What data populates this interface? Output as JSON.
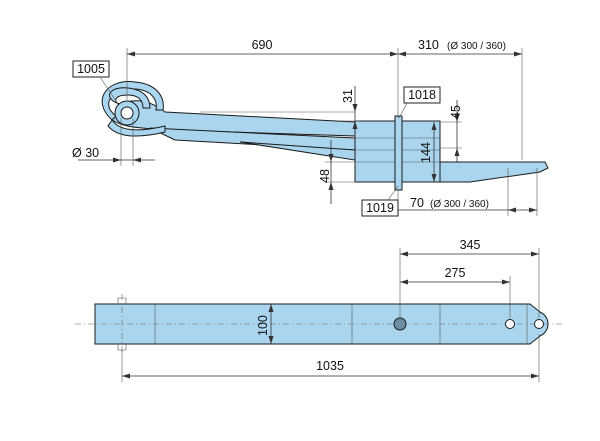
{
  "drawing": {
    "dim_top_length": "690",
    "dim_top_right": "310",
    "dim_top_right_note": "(Ø 300 / 360)",
    "dim_bottom_right": "70",
    "dim_bottom_right_note": "(Ø 300 / 360)",
    "dim_eye_diameter": "Ø 30",
    "dim_31": "31",
    "dim_45": "45",
    "dim_144": "144",
    "dim_48": "48",
    "dim_345": "345",
    "dim_275": "275",
    "dim_100": "100",
    "dim_1035": "1035",
    "part_1005": "1005",
    "part_1018": "1018",
    "part_1019": "1019"
  },
  "colors": {
    "part_fill": "#a9d6ee",
    "line": "#1a1a1a"
  }
}
